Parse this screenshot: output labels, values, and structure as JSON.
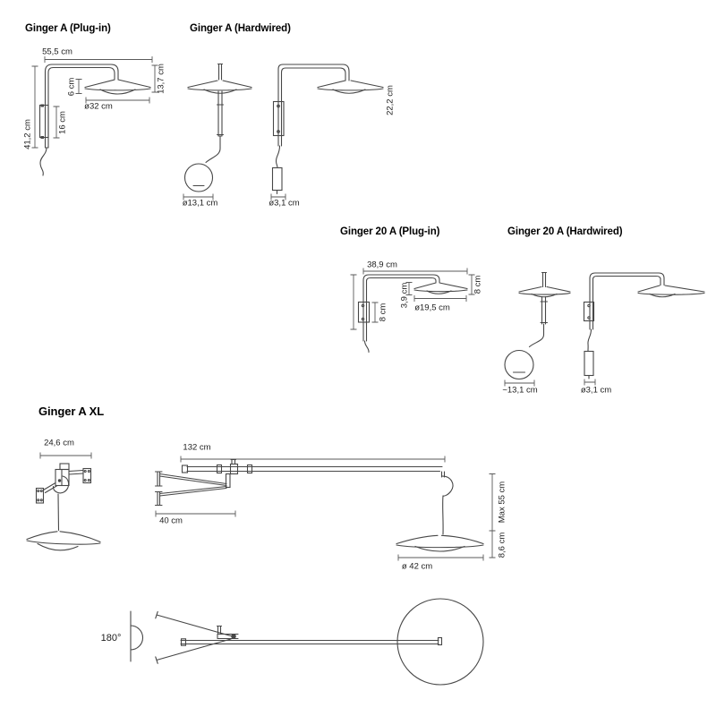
{
  "page": {
    "background": "#ffffff",
    "line_color": "#474747",
    "text_color": "#1c1c1c"
  },
  "sections": [
    {
      "id": "ginger-a-plug-in",
      "title": "Ginger A (Plug-in)",
      "labels": {
        "arm_reach": "55,5 cm",
        "head_height": "13,7 cm",
        "shade_height": "6 cm",
        "shade_diameter": "ø32 cm",
        "bracket_height": "16 cm",
        "total_height": "41,2 cm"
      }
    },
    {
      "id": "ginger-a-hardwired",
      "title": "Ginger A (Hardwired)",
      "labels": {
        "head_height": "22,2 cm",
        "canopy_diameter": "ø13,1 cm",
        "driver_diameter": "ø3,1 cm"
      }
    },
    {
      "id": "ginger-20-a-plug-in",
      "title": "Ginger 20 A (Plug-in)",
      "labels": {
        "arm_reach": "38,9 cm",
        "head_height": "8 cm",
        "shade_height": "3,9 cm",
        "shade_diameter": "ø19,5 cm",
        "bracket_height": "8 cm"
      }
    },
    {
      "id": "ginger-20-a-hardwired",
      "title": "Ginger 20 A (Hardwired)",
      "labels": {
        "canopy_diameter": "~13,1 cm",
        "driver_diameter": "ø3,1 cm"
      }
    },
    {
      "id": "ginger-a-xl",
      "title": "Ginger A XL",
      "labels": {
        "bracket_width": "24,6 cm",
        "arm_reach": "132 cm",
        "arm_min_reach": "40 cm",
        "shade_diameter": "ø 42 cm",
        "max_drop": "Max 55 cm",
        "shade_height": "8,6 cm",
        "rotation_angle": "180°"
      }
    }
  ]
}
